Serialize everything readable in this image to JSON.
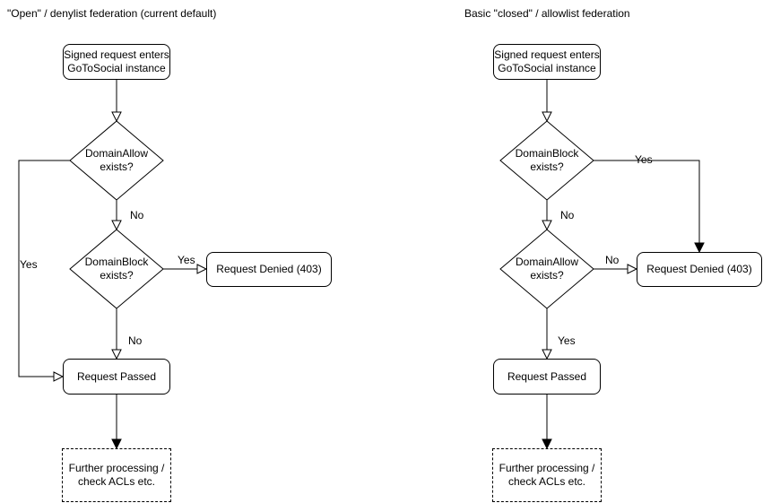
{
  "colors": {
    "stroke": "#000000",
    "background": "#ffffff",
    "text": "#000000"
  },
  "diagrams": {
    "left": {
      "title": "\"Open\" / denylist federation (current default)",
      "nodes": {
        "start": {
          "label": "Signed request enters\nGoToSocial instance"
        },
        "decision_allow": {
          "label": "DomainAllow\nexists?"
        },
        "decision_block": {
          "label": "DomainBlock\nexists?"
        },
        "denied": {
          "label": "Request Denied (403)"
        },
        "passed": {
          "label": "Request Passed"
        },
        "further": {
          "label": "Further processing /\ncheck ACLs etc."
        }
      },
      "edges": {
        "allow_no": "No",
        "allow_yes": "Yes",
        "block_yes": "Yes",
        "block_no": "No"
      }
    },
    "right": {
      "title": "Basic \"closed\" / allowlist federation",
      "nodes": {
        "start": {
          "label": "Signed request enters\nGoToSocial instance"
        },
        "decision_block": {
          "label": "DomainBlock\nexists?"
        },
        "decision_allow": {
          "label": "DomainAllow\nexists?"
        },
        "denied": {
          "label": "Request Denied (403)"
        },
        "passed": {
          "label": "Request Passed"
        },
        "further": {
          "label": "Further processing /\ncheck ACLs etc."
        }
      },
      "edges": {
        "block_no": "No",
        "block_yes": "Yes",
        "allow_no": "No",
        "allow_yes": "Yes"
      }
    }
  }
}
